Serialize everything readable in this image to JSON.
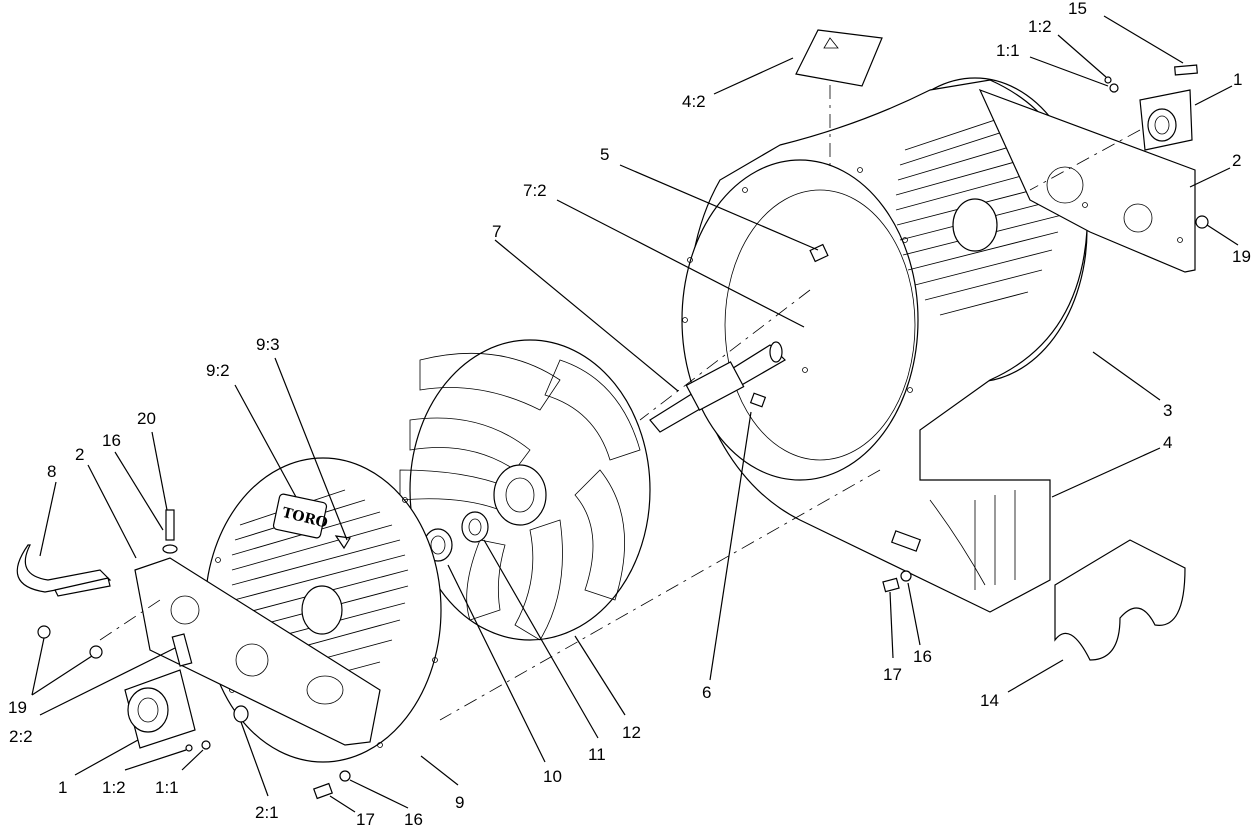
{
  "callouts": [
    {
      "id": "c15",
      "label": "15"
    },
    {
      "id": "c1-2-top",
      "label": "1:2"
    },
    {
      "id": "c1-1-top",
      "label": "1:1"
    },
    {
      "id": "c1-top",
      "label": "1"
    },
    {
      "id": "c2-right",
      "label": "2"
    },
    {
      "id": "c19-right",
      "label": "19"
    },
    {
      "id": "c3",
      "label": "3"
    },
    {
      "id": "c4",
      "label": "4"
    },
    {
      "id": "c4-2",
      "label": "4:2"
    },
    {
      "id": "c5",
      "label": "5"
    },
    {
      "id": "c7-2",
      "label": "7:2"
    },
    {
      "id": "c7",
      "label": "7"
    },
    {
      "id": "c6",
      "label": "6"
    },
    {
      "id": "c9-3",
      "label": "9:3"
    },
    {
      "id": "c9-2",
      "label": "9:2"
    },
    {
      "id": "c20",
      "label": "20"
    },
    {
      "id": "c16-left",
      "label": "16"
    },
    {
      "id": "c2-left",
      "label": "2"
    },
    {
      "id": "c8",
      "label": "8"
    },
    {
      "id": "c19-left",
      "label": "19"
    },
    {
      "id": "c2-2",
      "label": "2:2"
    },
    {
      "id": "c1-bottom",
      "label": "1"
    },
    {
      "id": "c1-2-bottom",
      "label": "1:2"
    },
    {
      "id": "c1-1-bottom",
      "label": "1:1"
    },
    {
      "id": "c2-1",
      "label": "2:1"
    },
    {
      "id": "c17-bottom",
      "label": "17"
    },
    {
      "id": "c16-bottom",
      "label": "16"
    },
    {
      "id": "c9",
      "label": "9"
    },
    {
      "id": "c10",
      "label": "10"
    },
    {
      "id": "c11",
      "label": "11"
    },
    {
      "id": "c12",
      "label": "12"
    },
    {
      "id": "c17-right",
      "label": "17"
    },
    {
      "id": "c16-right",
      "label": "16"
    },
    {
      "id": "c14",
      "label": "14"
    }
  ],
  "brand_logo_text": "TORO"
}
